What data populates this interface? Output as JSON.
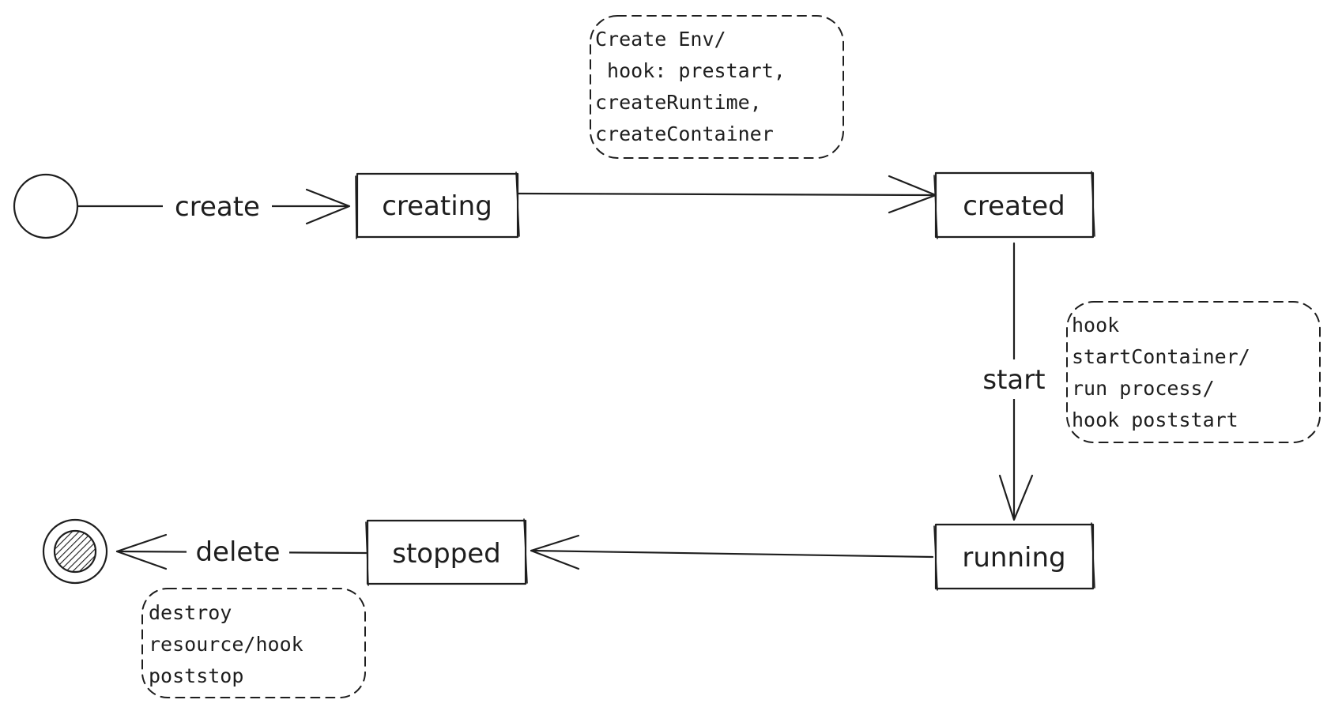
{
  "states": {
    "creating": "creating",
    "created": "created",
    "running": "running",
    "stopped": "stopped"
  },
  "transitions": {
    "create": "create",
    "start": "start",
    "delete": "delete"
  },
  "notes": {
    "create_env": [
      "Create Env/",
      " hook: prestart,",
      "createRuntime,",
      "createContainer"
    ],
    "start": [
      "hook",
      "startContainer/",
      "run process/",
      "hook poststart"
    ],
    "delete": [
      "destroy",
      "resource/hook",
      "poststop"
    ]
  }
}
